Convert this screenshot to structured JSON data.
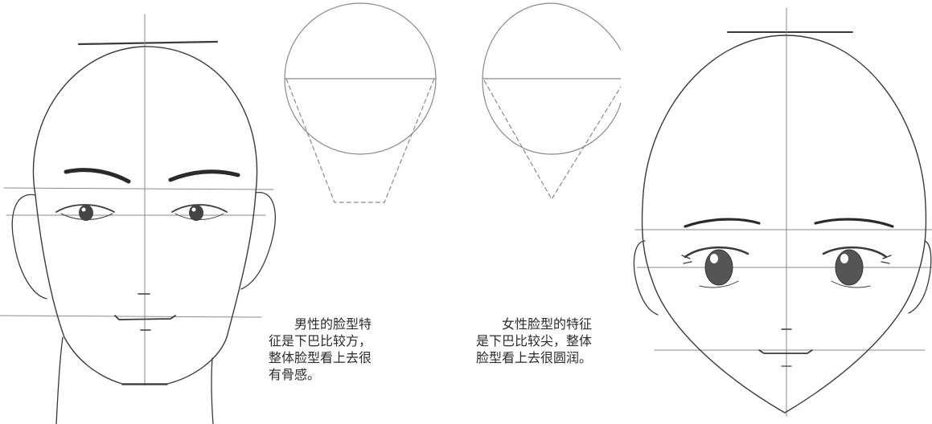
{
  "captions": {
    "male": {
      "lines": [
        "　　男性的脸型特",
        "征是下巴比较方，",
        "整体脸型看上去很",
        "有骨感。"
      ]
    },
    "female": {
      "lines": [
        "　　女性脸型的特征",
        "是下巴比较尖，整体",
        "脸型看上去很圆润。"
      ]
    }
  },
  "colors": {
    "line": "#3a3a3a",
    "guide": "#8a8a8a",
    "brow": "#2a2a2a",
    "text": "#2b2b2b"
  }
}
